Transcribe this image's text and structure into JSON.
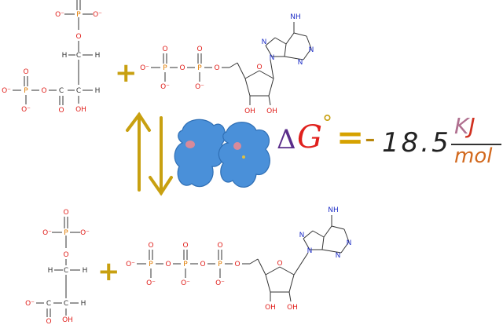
{
  "labels": {
    "phosphate_o_minus": "O⁻",
    "oxygen": "O",
    "phosphorus": "P",
    "hydrogen": "H",
    "carbon": "C",
    "hydroxyl": "OH",
    "amine": "NH",
    "nitrogen": "N",
    "plus": "+"
  },
  "equation": {
    "delta": "Δ",
    "g": "G",
    "degree": "°",
    "equals": "=",
    "minus": "-",
    "value": "18.5",
    "unit_k": "K",
    "unit_j": "J",
    "unit_den": "mol"
  },
  "colors": {
    "oxygen": "#e0201c",
    "phosphorus": "#e07b00",
    "nitrogen": "#2030c8",
    "bond": "#333333",
    "plus": "#c8a010",
    "arrow": "#c8a010",
    "protein": "#4a90d9"
  }
}
